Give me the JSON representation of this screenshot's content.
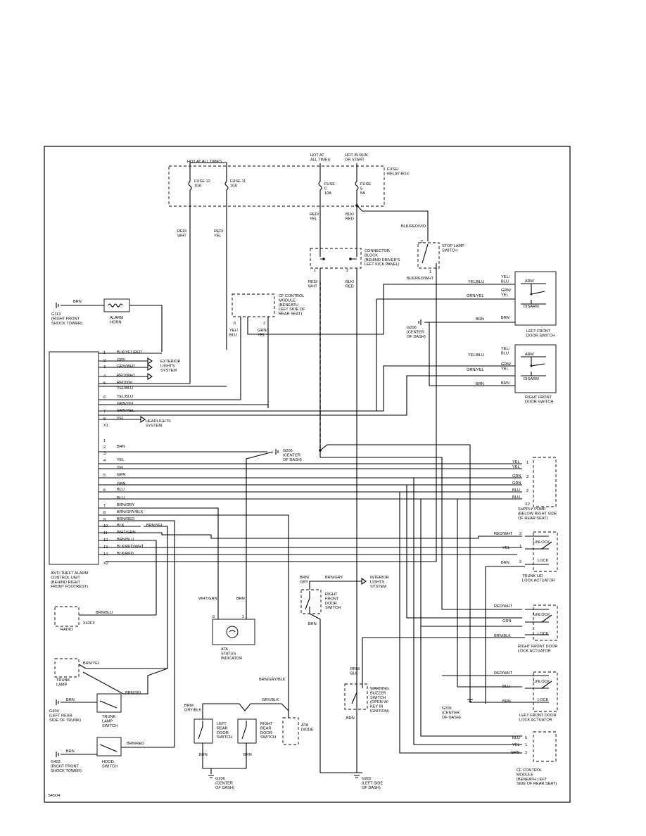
{
  "diagram_id": "S45O4",
  "power": {
    "hot_at_all_times": "HOT AT ALL TIMES",
    "hot_at_all_times_2": "HOT AT\nALL TIMES",
    "hot_in_run": "HOT IN RUN\nOR START"
  },
  "fuses": {
    "box_label": "FUSE/\nRELAY BOX",
    "fuse12": "FUSE 12\n10A",
    "fuse11": "FUSE 11\n10A",
    "fuseC": "FUSE\nC\n10A",
    "fuse5": "FUSE\n5\n5A"
  },
  "wires": {
    "red_wht": "RED/\nWHT",
    "red_yel": "RED/\nYEL",
    "red_yel2": "RED/\nYEL",
    "blk_red": "BLK/\nRED",
    "blk_red_vio": "BLK/RED/VIO",
    "red_wht2": "RED/\nWHT",
    "blk_red2": "BLK/\nRED",
    "blk_red_wht": "BLK/RED/WHT",
    "yel_blu": "YEL/\nBLU",
    "grn_yel": "GRN/\nYEL",
    "brn": "BRN",
    "wht_grn": "WHT/GRN",
    "brn2": "BRN",
    "brn_gry": "BRN/GRY",
    "brn_gry_top": "BRN/\nGRY",
    "brn_gry_blk": "BRN/GRY/BLK",
    "gry_blk": "GRY/BLK",
    "brn_gry_blk2": "BRN/\nGRY/BLK",
    "brn_blk": "BRN/\nBLK",
    "brn_blu": "BRN/BLU",
    "brn_yel": "BRN/YEL",
    "brn_yel2": "BRN/YEL",
    "brn_red": "BRN/RED"
  },
  "connector_block": {
    "label": "CONNECTOR\nBLOCK\n(BEHIND DRIVER'S\nLEFT KICK PANEL)"
  },
  "stop_lamp": {
    "label": "STOP LAMP\nSWITCH"
  },
  "cf_module_top": {
    "label": "CF CONTROL\nMODULE\n(BENEATH\nLEFT SIDE OF\nREAR SEAT)"
  },
  "alarm_horn": {
    "label": "ALARM\nHORN"
  },
  "grounds": {
    "g113": "G113\n(RIGHT FRONT\nSHOCK TOWER)",
    "g206a": "G206\n(CENTER\nOF DASH)",
    "g206b": "G206\n(CENTER\nOF DASH)",
    "g206c": "G206\n(CENTER\nOF DASH)",
    "g206d": "G206\n(CENTER\nOF DASH)",
    "g404": "G404\n(LEFT REAR\nSIDE OF TRUNK)",
    "g403": "G403\n(RIGHT FRONT\nSHOCK TOWER)",
    "g202": "G202\n(LEFT SIDE\nOF DASH)"
  },
  "control_unit": {
    "label": "ANTI-THEFT ALARM\nCONTROL UNIT\n(BEHIND RIGHT\nFRONT FOOTREST)",
    "x1": "X1",
    "x2": "X2",
    "pins_x1": [
      {
        "pin": "1",
        "wire": "BLK/YEL/RED"
      },
      {
        "pin": "2",
        "wire": "GRY"
      },
      {
        "pin": "3",
        "wire": "GRY/WHT"
      },
      {
        "pin": "4",
        "wire": "RED/WHT"
      },
      {
        "pin": "5",
        "wire": "RED/YEL"
      },
      {
        "pin": "",
        "wire": "YEL/BLU"
      },
      {
        "pin": "6",
        "wire": "YEL/BLU"
      },
      {
        "pin": "",
        "wire": "GRN/YEL"
      },
      {
        "pin": "7",
        "wire": "GRN/YEL"
      },
      {
        "pin": "8",
        "wire": "YEL"
      }
    ],
    "pins_x2": [
      {
        "pin": "1",
        "wire": ""
      },
      {
        "pin": "2",
        "wire": "BRN"
      },
      {
        "pin": "3",
        "wire": ""
      },
      {
        "pin": "4",
        "wire": "YEL"
      },
      {
        "pin": "",
        "wire": "YEL"
      },
      {
        "pin": "5",
        "wire": "GRN"
      },
      {
        "pin": "",
        "wire": "GRN"
      },
      {
        "pin": "6",
        "wire": "BLU"
      },
      {
        "pin": "",
        "wire": "BLU"
      },
      {
        "pin": "7",
        "wire": "BRN/GRY"
      },
      {
        "pin": "8",
        "wire": "BRN/GRY/BLK"
      },
      {
        "pin": "9",
        "wire": "BRN/RED"
      },
      {
        "pin": "10",
        "wire": "BLK"
      },
      {
        "pin": "11",
        "wire": "WHT/GRN"
      },
      {
        "pin": "12",
        "wire": "BRN/BLU"
      },
      {
        "pin": "13",
        "wire": "BLK/RED/WHT"
      },
      {
        "pin": "14",
        "wire": "BLK/RED"
      }
    ]
  },
  "exterior_lights": "EXTERIOR\nLIGHTS\nSYSTEM",
  "headlights": "HEADLIGHTS\nSYSTEM",
  "left_door_switch": {
    "label": "LEFT FRONT\nDOOR SWITCH",
    "arm": "ARM",
    "disarm": "DISARM",
    "w1": "YEL/\nBLU",
    "w2": "GRN/\nYEL",
    "w3": "BRN",
    "lead1": "YEL/BLU",
    "lead2": "GRN/YEL",
    "lead3": "BRN"
  },
  "right_door_switch": {
    "label": "RIGHT FRONT\nDOOR SWITCH",
    "arm": "ARM",
    "disarm": "DISARM",
    "w1": "YEL/\nBLU",
    "w2": "GRN/\nYEL",
    "w3": "BRN",
    "lead1": "YEL/BLU",
    "lead2": "GRN/YEL",
    "lead3": "BRN"
  },
  "supply_pump": {
    "label": "SUPPLY PUMP\n(BELOW RIGHT SIDE\nOF REAR SEAT)",
    "x2": "X2",
    "pins": [
      {
        "wire": "YEL",
        "pin": "1"
      },
      {
        "wire": "YEL",
        "pin": ""
      },
      {
        "wire": "GRN",
        "pin": "3"
      },
      {
        "wire": "GRN",
        "pin": ""
      },
      {
        "wire": "BLU",
        "pin": "2"
      },
      {
        "wire": "BLU",
        "pin": ""
      }
    ]
  },
  "trunk_lid_actuator": {
    "label": "TRUNK LID\nLOCK ACTUATOR",
    "unlock": "UNLOCK",
    "lock": "LOCK",
    "w1": "RED/WHT",
    "w2": "YEL",
    "w3": "BRN"
  },
  "rf_door_actuator": {
    "label": "RIGHT FRONT DOOR\nLOCK ACTUATOR",
    "unlock": "UNLOCK",
    "lock": "LOCK",
    "w1": "RED/WHT",
    "w2": "GRN",
    "w3": "BRN/BLK"
  },
  "lf_door_actuator": {
    "label": "LEFT FRONT DOOR\nLOCK ACTUATOR",
    "unlock": "UNLOCK",
    "lock": "LOCK",
    "w1": "RED/WHT",
    "w2": "BLU",
    "w3": "BRN"
  },
  "cf_module_bottom": {
    "label": "CF CONTROL\nMODULE\n(BENEATH LEFT\nSIDE OF REAR SEAT)",
    "w1": "BLU",
    "w2": "YEL",
    "w3": "GRN"
  },
  "interior_lights": "INTERIOR\nLIGHTS\nSYSTEM",
  "rf_door_switch_int": {
    "label": "RIGHT\nFRONT\nDOOR\nSWITCH"
  },
  "radio": {
    "label": "RADIO",
    "conn": "X42F3"
  },
  "trunk_lamp": {
    "label": "TRUNK\nLAMP"
  },
  "trunk_lamp_switch": {
    "label": "TRUNK\nLAMP\nSWITCH"
  },
  "hood_switch": {
    "label": "HOOD\nSWITCH"
  },
  "ata_indicator": {
    "label": "ATA\nSTATUS\nINDICATOR"
  },
  "lr_door_switch": {
    "label": "LEFT\nREAR\nDOOR\nSWITCH"
  },
  "rr_door_switch": {
    "label": "RIGHT\nREAR\nDOOR\nSWITCH"
  },
  "ata_diode": {
    "label": "ATA\nDIODE"
  },
  "warning_buzzer": {
    "label": "WARNING\nBUZZER\nSWITCH\n(OPEN W/\nKEY IN\nIGNITION)"
  }
}
